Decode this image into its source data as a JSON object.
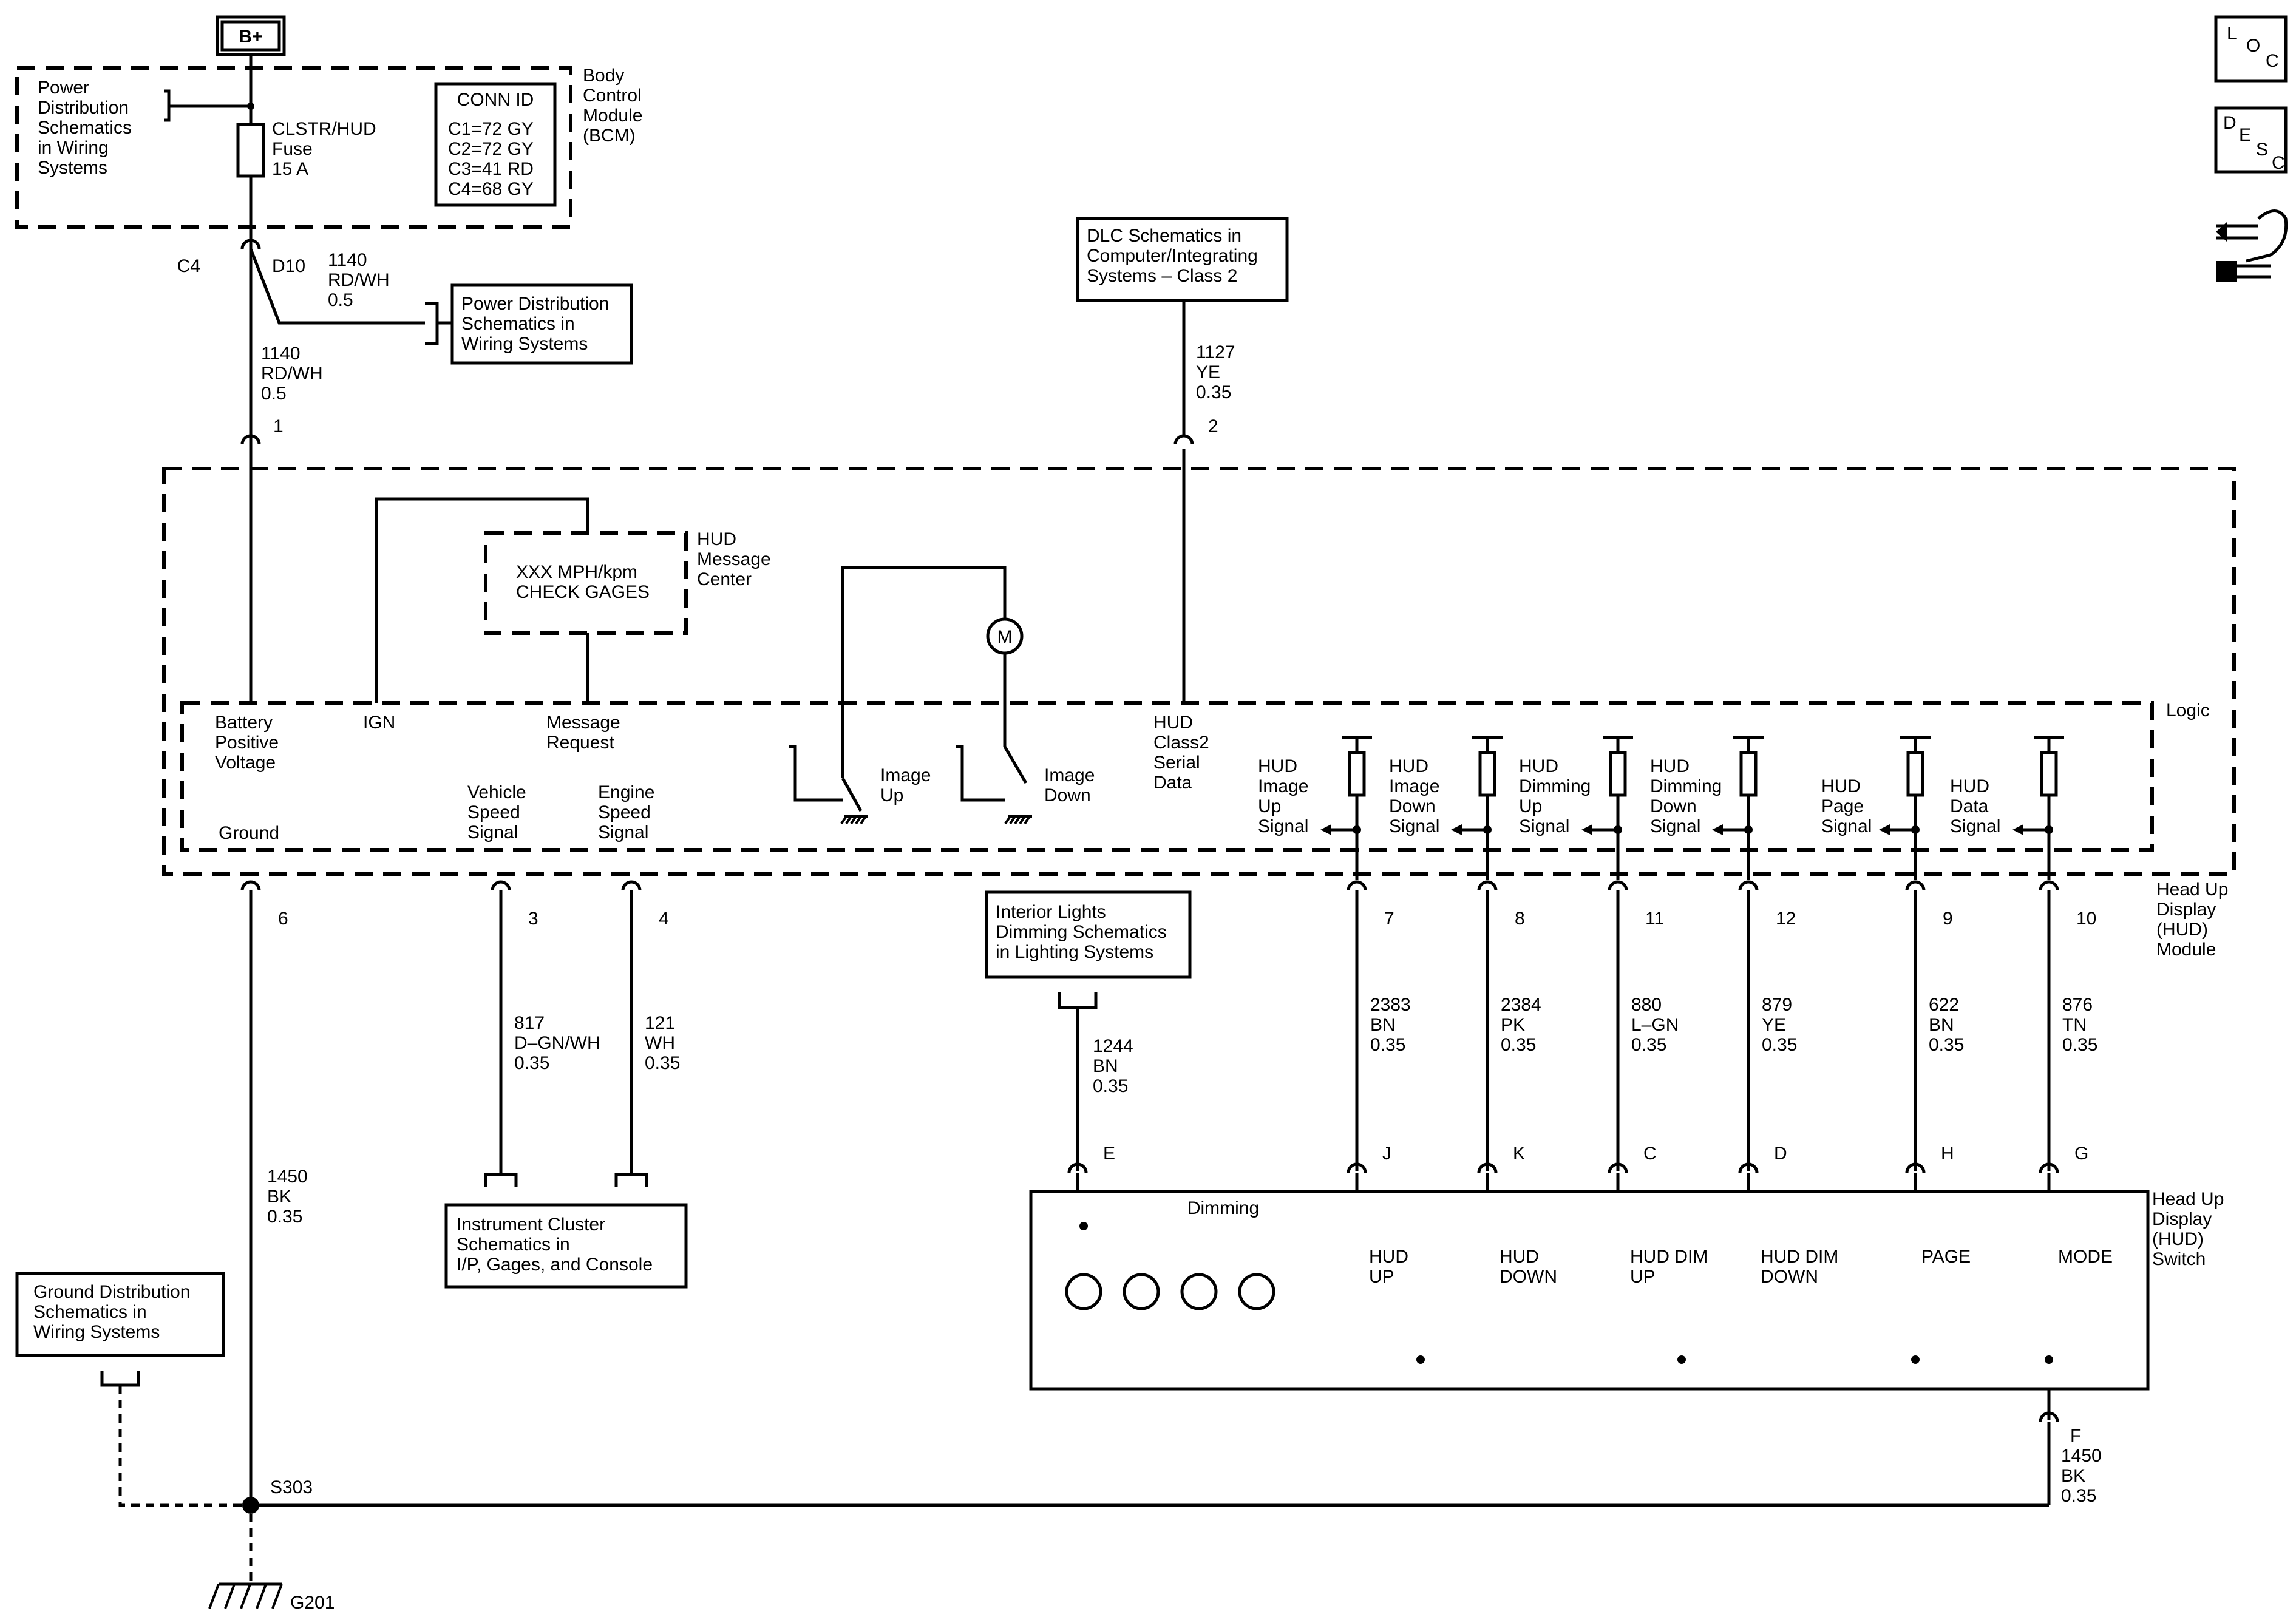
{
  "battery": {
    "label": "B+"
  },
  "bcm": {
    "name_lines": [
      "Body",
      "Control",
      "Module",
      "(BCM)"
    ],
    "power_dist_lines": [
      "Power",
      "Distribution",
      "Schematics",
      "in Wiring",
      "Systems"
    ],
    "fuse_lines": [
      "CLSTR/HUD",
      "Fuse",
      "15 A"
    ],
    "conn_id_title": "CONN ID",
    "conn_ids": [
      "C1=72 GY",
      "C2=72 GY",
      "C3=41 RD",
      "C4=68 GY"
    ],
    "connector": "C4",
    "pin": "D10"
  },
  "wire_1140_top": [
    "1140",
    "RD/WH",
    "0.5"
  ],
  "wire_1140": [
    "1140",
    "RD/WH",
    "0.5"
  ],
  "power_dist_box": [
    "Power Distribution",
    "Schematics in",
    "Wiring Systems"
  ],
  "dlc_box": [
    "DLC Schematics in",
    "Computer/Integrating",
    "Systems – Class 2"
  ],
  "wire_1127": [
    "1127",
    "YE",
    "0.35"
  ],
  "hud_module": {
    "name_lines": [
      "Head Up",
      "Display",
      "(HUD)",
      "Module"
    ],
    "logic": "Logic",
    "message_center_lines": [
      "HUD",
      "Message",
      "Center"
    ],
    "message_lines": [
      "XXX MPH/kpm",
      "CHECK GAGES"
    ],
    "motor": "M",
    "inputs": {
      "battery": [
        "Battery",
        "Positive",
        "Voltage"
      ],
      "ign": [
        "IGN"
      ],
      "message": [
        "Message",
        "Request"
      ],
      "class2": [
        "HUD",
        "Class2",
        "Serial",
        "Data"
      ],
      "ground": [
        "Ground"
      ],
      "vss": [
        "Vehicle",
        "Speed",
        "Signal"
      ],
      "ess": [
        "Engine",
        "Speed",
        "Signal"
      ],
      "image_up": [
        "Image",
        "Up"
      ],
      "image_down": [
        "Image",
        "Down"
      ]
    },
    "signals": [
      [
        "HUD",
        "Image",
        "Up",
        "Signal"
      ],
      [
        "HUD",
        "Image",
        "Down",
        "Signal"
      ],
      [
        "HUD",
        "Dimming",
        "Up",
        "Signal"
      ],
      [
        "HUD",
        "Dimming",
        "Down",
        "Signal"
      ],
      [
        "HUD",
        "Page",
        "Signal"
      ],
      [
        "HUD",
        "Data",
        "Signal"
      ]
    ],
    "pins_top": [
      "1",
      "2"
    ],
    "pins_bottom": [
      "6",
      "3",
      "4",
      "7",
      "8",
      "11",
      "12",
      "9",
      "10"
    ]
  },
  "wires_bottom": [
    [
      "817",
      "D–GN/WH",
      "0.35"
    ],
    [
      "121",
      "WH",
      "0.35"
    ],
    [
      "2383",
      "BN",
      "0.35"
    ],
    [
      "2384",
      "PK",
      "0.35"
    ],
    [
      "880",
      "L–GN",
      "0.35"
    ],
    [
      "879",
      "YE",
      "0.35"
    ],
    [
      "622",
      "BN",
      "0.35"
    ],
    [
      "876",
      "TN",
      "0.35"
    ]
  ],
  "wire_1450": [
    "1450",
    "BK",
    "0.35"
  ],
  "wire_1450_f": [
    "1450",
    "BK",
    "0.35"
  ],
  "wire_1244": [
    "1244",
    "BN",
    "0.35"
  ],
  "interior_lights_box": [
    "Interior Lights",
    "Dimming Schematics",
    "in Lighting Systems"
  ],
  "instrument_cluster_box": [
    "Instrument Cluster",
    "Schematics in",
    "I/P, Gages, and Console"
  ],
  "ground_dist_box": [
    "Ground Distribution",
    "Schematics in",
    "Wiring Systems"
  ],
  "splice": "S303",
  "ground": "G201",
  "switch": {
    "name_lines": [
      "Head Up",
      "Display",
      "(HUD)",
      "Switch"
    ],
    "dimming": "Dimming",
    "pins": [
      "E",
      "J",
      "K",
      "C",
      "D",
      "H",
      "G",
      "F"
    ],
    "buttons": [
      [
        "HUD",
        "UP"
      ],
      [
        "HUD",
        "DOWN"
      ],
      [
        "HUD DIM",
        "UP"
      ],
      [
        "HUD DIM",
        "DOWN"
      ],
      [
        "PAGE"
      ],
      [
        "MODE"
      ]
    ]
  },
  "legend": {
    "loc": [
      "L",
      "O",
      "C"
    ],
    "desc": [
      "D",
      "E",
      "S",
      "C"
    ],
    "icon": "tools-icon"
  }
}
